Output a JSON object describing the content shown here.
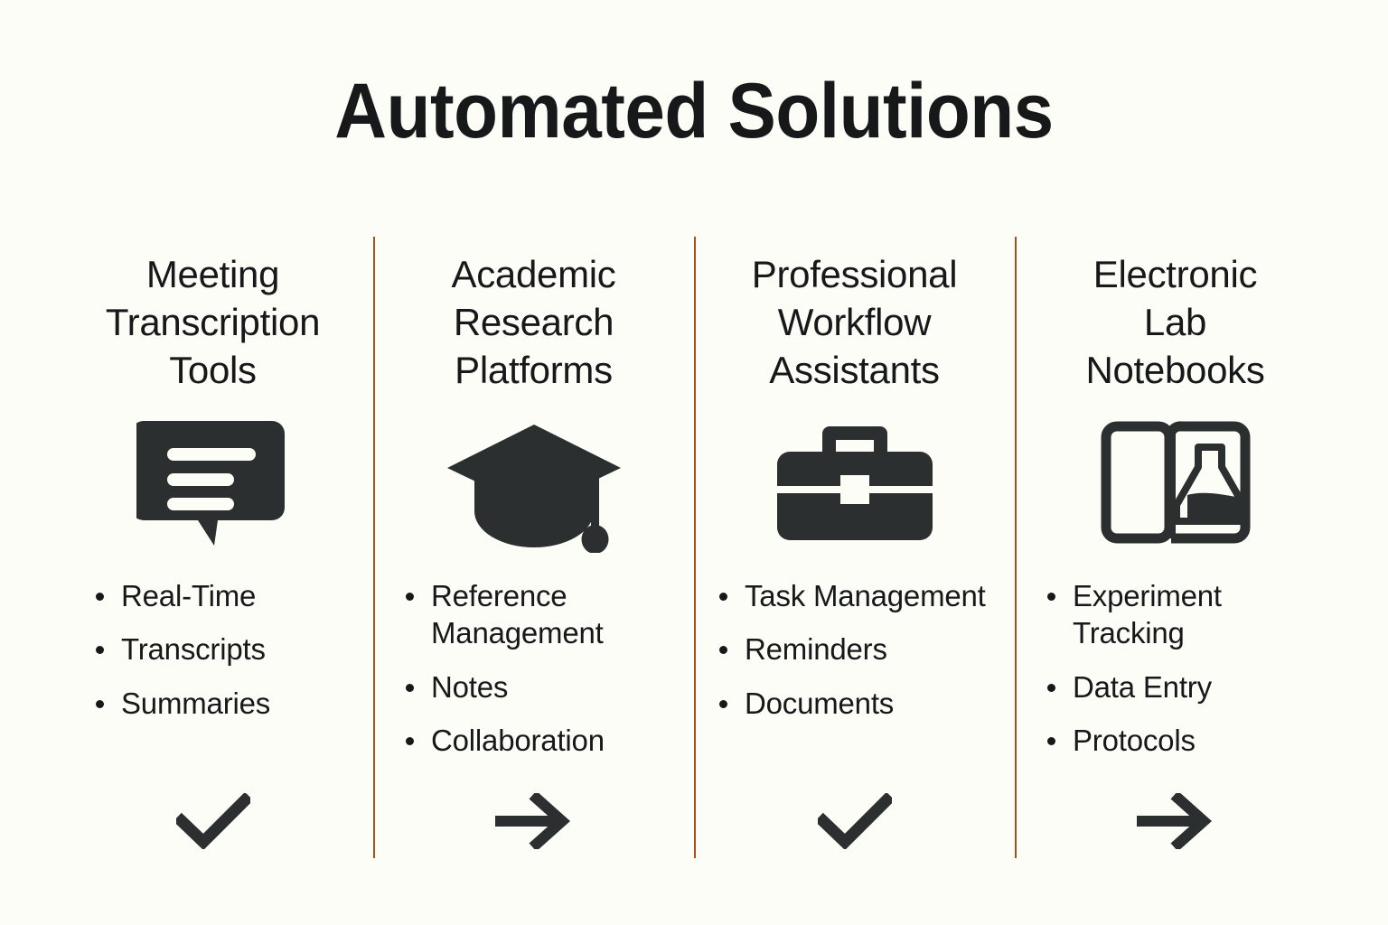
{
  "slide": {
    "title": "Automated Solutions",
    "background_color": "#fdfdf8",
    "text_color": "#17181a",
    "divider_color": "#a5521c",
    "icon_color": "#2b2f30"
  },
  "columns": [
    {
      "title": "Meeting\nTranscription\nTools",
      "icon": "chat-bubble-lines-icon",
      "bullets": [
        "Real-Time",
        "Transcripts",
        "Summaries"
      ],
      "footer_mark": "check-icon"
    },
    {
      "title": "Academic\nResearch\nPlatforms",
      "icon": "graduation-cap-icon",
      "bullets": [
        "Reference Management",
        "Notes",
        "Collaboration"
      ],
      "footer_mark": "arrow-right-icon"
    },
    {
      "title": "Professional\nWorkflow\nAssistants",
      "icon": "briefcase-icon",
      "bullets": [
        "Task Management",
        "Reminders",
        "Documents"
      ],
      "footer_mark": "check-icon"
    },
    {
      "title": "Electronic\nLab\nNotebooks",
      "icon": "open-book-flask-icon",
      "bullets": [
        "Experiment Tracking",
        "Data Entry",
        "Protocols"
      ],
      "footer_mark": "arrow-right-icon"
    }
  ]
}
